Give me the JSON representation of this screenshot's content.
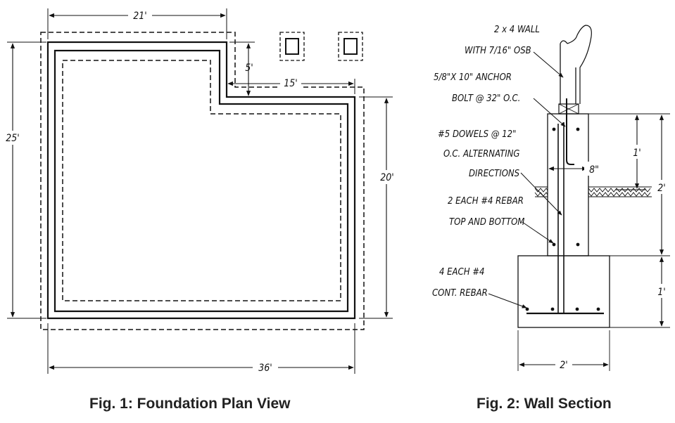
{
  "figures": [
    {
      "caption": "Fig. 1: Foundation Plan View",
      "dimensions": {
        "top": "21'",
        "notch_height": "5'",
        "notch_width": "15'",
        "left": "25'",
        "right": "20'",
        "bottom": "36'"
      }
    },
    {
      "caption": "Fig. 2: Wall Section",
      "callouts": {
        "wall_line1": "2 x 4 WALL",
        "wall_line2": "WITH 7/16\" OSB",
        "anchor_line1": "5/8\"X 10\" ANCHOR",
        "anchor_line2": "BOLT @ 32\" O.C.",
        "dowels_line1": "#5 DOWELS @ 12\"",
        "dowels_line2": "O.C. ALTERNATING",
        "dowels_line3": "DIRECTIONS",
        "rebar_line1": "2 EACH #4 REBAR",
        "rebar_line2": "TOP AND BOTTOM",
        "cont_line1": "4 EACH #4",
        "cont_line2": "CONT. REBAR"
      },
      "dimensions": {
        "wall_width": "8\"",
        "wall_above_grade": "1'",
        "wall_height": "2'",
        "footing_height": "1'",
        "footing_width": "2'"
      }
    }
  ]
}
